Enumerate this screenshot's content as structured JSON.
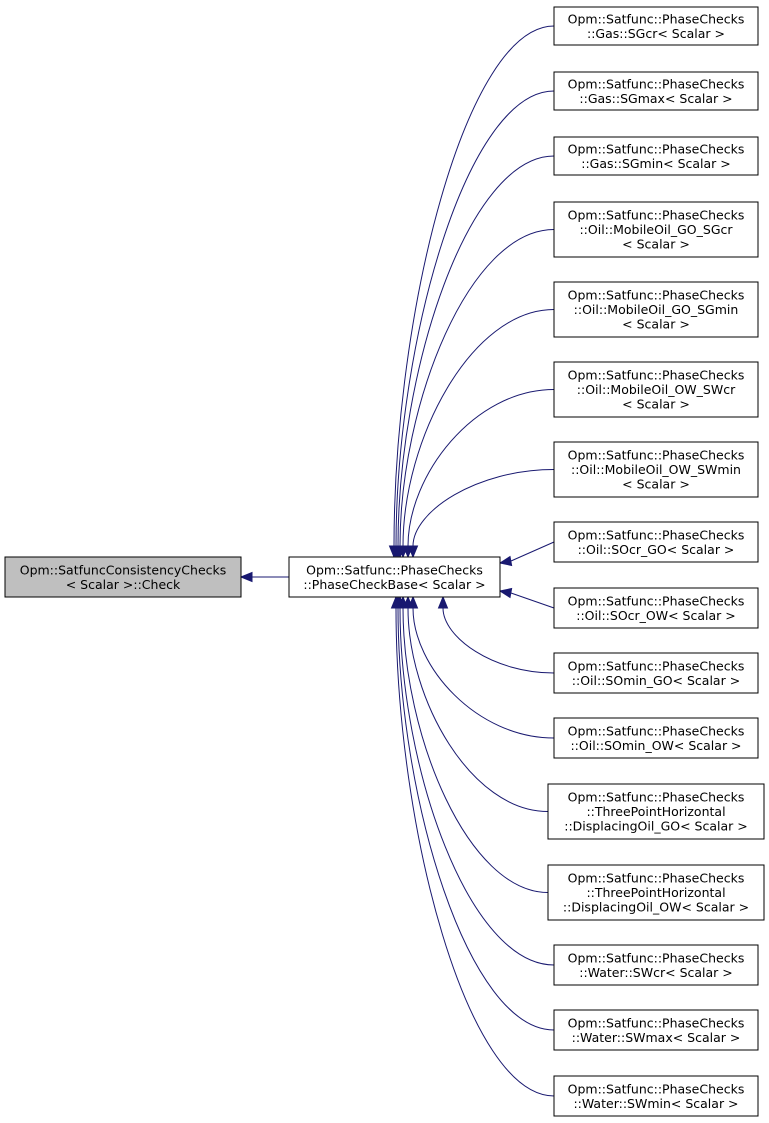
{
  "root": {
    "lines": [
      "Opm::SatfuncConsistencyChecks",
      "< Scalar >::Check"
    ],
    "fill": "#bfbfbf"
  },
  "base": {
    "lines": [
      "Opm::Satfunc::PhaseChecks",
      "::PhaseCheckBase< Scalar >"
    ],
    "fill": "#ffffff"
  },
  "edge_color": "#191970",
  "derived": [
    {
      "lines": [
        "Opm::Satfunc::PhaseChecks",
        "::Gas::SGcr< Scalar >"
      ]
    },
    {
      "lines": [
        "Opm::Satfunc::PhaseChecks",
        "::Gas::SGmax< Scalar >"
      ]
    },
    {
      "lines": [
        "Opm::Satfunc::PhaseChecks",
        "::Gas::SGmin< Scalar >"
      ]
    },
    {
      "lines": [
        "Opm::Satfunc::PhaseChecks",
        "::Oil::MobileOil_GO_SGcr",
        "< Scalar >"
      ]
    },
    {
      "lines": [
        "Opm::Satfunc::PhaseChecks",
        "::Oil::MobileOil_GO_SGmin",
        "< Scalar >"
      ]
    },
    {
      "lines": [
        "Opm::Satfunc::PhaseChecks",
        "::Oil::MobileOil_OW_SWcr",
        "< Scalar >"
      ]
    },
    {
      "lines": [
        "Opm::Satfunc::PhaseChecks",
        "::Oil::MobileOil_OW_SWmin",
        "< Scalar >"
      ]
    },
    {
      "lines": [
        "Opm::Satfunc::PhaseChecks",
        "::Oil::SOcr_GO< Scalar >"
      ]
    },
    {
      "lines": [
        "Opm::Satfunc::PhaseChecks",
        "::Oil::SOcr_OW< Scalar >"
      ]
    },
    {
      "lines": [
        "Opm::Satfunc::PhaseChecks",
        "::Oil::SOmin_GO< Scalar >"
      ]
    },
    {
      "lines": [
        "Opm::Satfunc::PhaseChecks",
        "::Oil::SOmin_OW< Scalar >"
      ]
    },
    {
      "lines": [
        "Opm::Satfunc::PhaseChecks",
        "::ThreePointHorizontal",
        "::DisplacingOil_GO< Scalar >"
      ]
    },
    {
      "lines": [
        "Opm::Satfunc::PhaseChecks",
        "::ThreePointHorizontal",
        "::DisplacingOil_OW< Scalar >"
      ]
    },
    {
      "lines": [
        "Opm::Satfunc::PhaseChecks",
        "::Water::SWcr< Scalar >"
      ]
    },
    {
      "lines": [
        "Opm::Satfunc::PhaseChecks",
        "::Water::SWmax< Scalar >"
      ]
    },
    {
      "lines": [
        "Opm::Satfunc::PhaseChecks",
        "::Water::SWmin< Scalar >"
      ]
    }
  ]
}
